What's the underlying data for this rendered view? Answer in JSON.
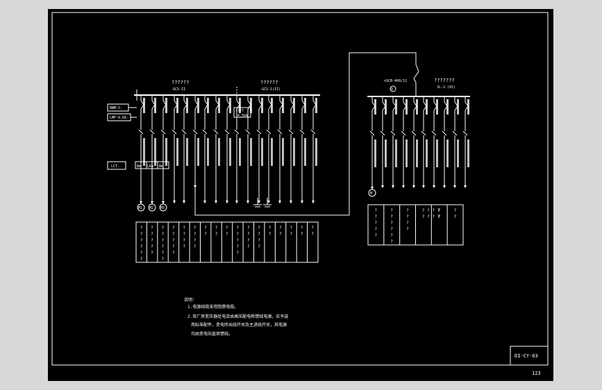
{
  "left_panel": {
    "bus_title": "??????",
    "bus_sub": "GCS-II",
    "bus_title_2": "??????",
    "bus_sub_2": "GCS-1(II)",
    "side_tag_1": "BWM-5-",
    "side_tag_2": "LMF-0.66-",
    "side_tag_3": "LCT-",
    "inner_box_1": "????",
    "inner_box_2": "4.5kW",
    "meter_boxes": [
      "Bm",
      "LKm",
      "Bm"
    ],
    "motor_labels": [
      "M1",
      "M2",
      "M3"
    ],
    "table_cols": [
      [
        "?",
        "?",
        "?",
        "?",
        "?",
        "?"
      ],
      [
        "?",
        "?",
        "?",
        "?",
        "?"
      ],
      [
        "?",
        "?",
        "?",
        "?",
        "?",
        "?"
      ],
      [
        "?",
        "?",
        "?",
        "?",
        "?"
      ],
      [
        "?",
        "?",
        "?",
        "?"
      ],
      [
        "?",
        "?",
        "?",
        "?"
      ],
      [
        "?",
        "?"
      ],
      [
        "?",
        "?"
      ],
      [
        "?",
        "?"
      ],
      [
        "?",
        "?",
        "?",
        "?",
        "?"
      ],
      [
        "?",
        "?",
        "?",
        "?"
      ],
      [
        "?",
        "?",
        "?",
        "?"
      ],
      [
        "?",
        "?"
      ],
      [
        "?",
        "?"
      ],
      [
        "?",
        "?"
      ],
      [
        "?",
        "?"
      ],
      [
        "?",
        "?"
      ]
    ]
  },
  "right_panel": {
    "feeder_label": "nSCB-400/11",
    "circle_mark": "Q",
    "bus_title": "???????",
    "bus_sub": "JL-2-(01)",
    "motor_label": "M",
    "table_cols": [
      [
        "?",
        "?",
        "?",
        "?",
        "?"
      ],
      [
        "?",
        "?",
        "?",
        "?",
        "?",
        "?"
      ],
      [
        "?",
        "?",
        "?",
        "?"
      ],
      [
        "? ? ? ?",
        "? ? ? ?"
      ],
      [
        "?",
        "?"
      ],
      [
        "?",
        "?"
      ]
    ]
  },
  "notes": {
    "heading": "说明：",
    "line1": "1.电源线缆采用阻燃电缆。",
    "line2": "2.各厂房变压器处电流由高压配电柜馈线电源，应予选",
    "line3": "用标准配件，变电所出线开关及主进线开关，其电源",
    "line4": "均由变电站直供馈线。"
  },
  "title_block": {
    "drawing_no": "DI-CY-03",
    "page_no": "123"
  }
}
